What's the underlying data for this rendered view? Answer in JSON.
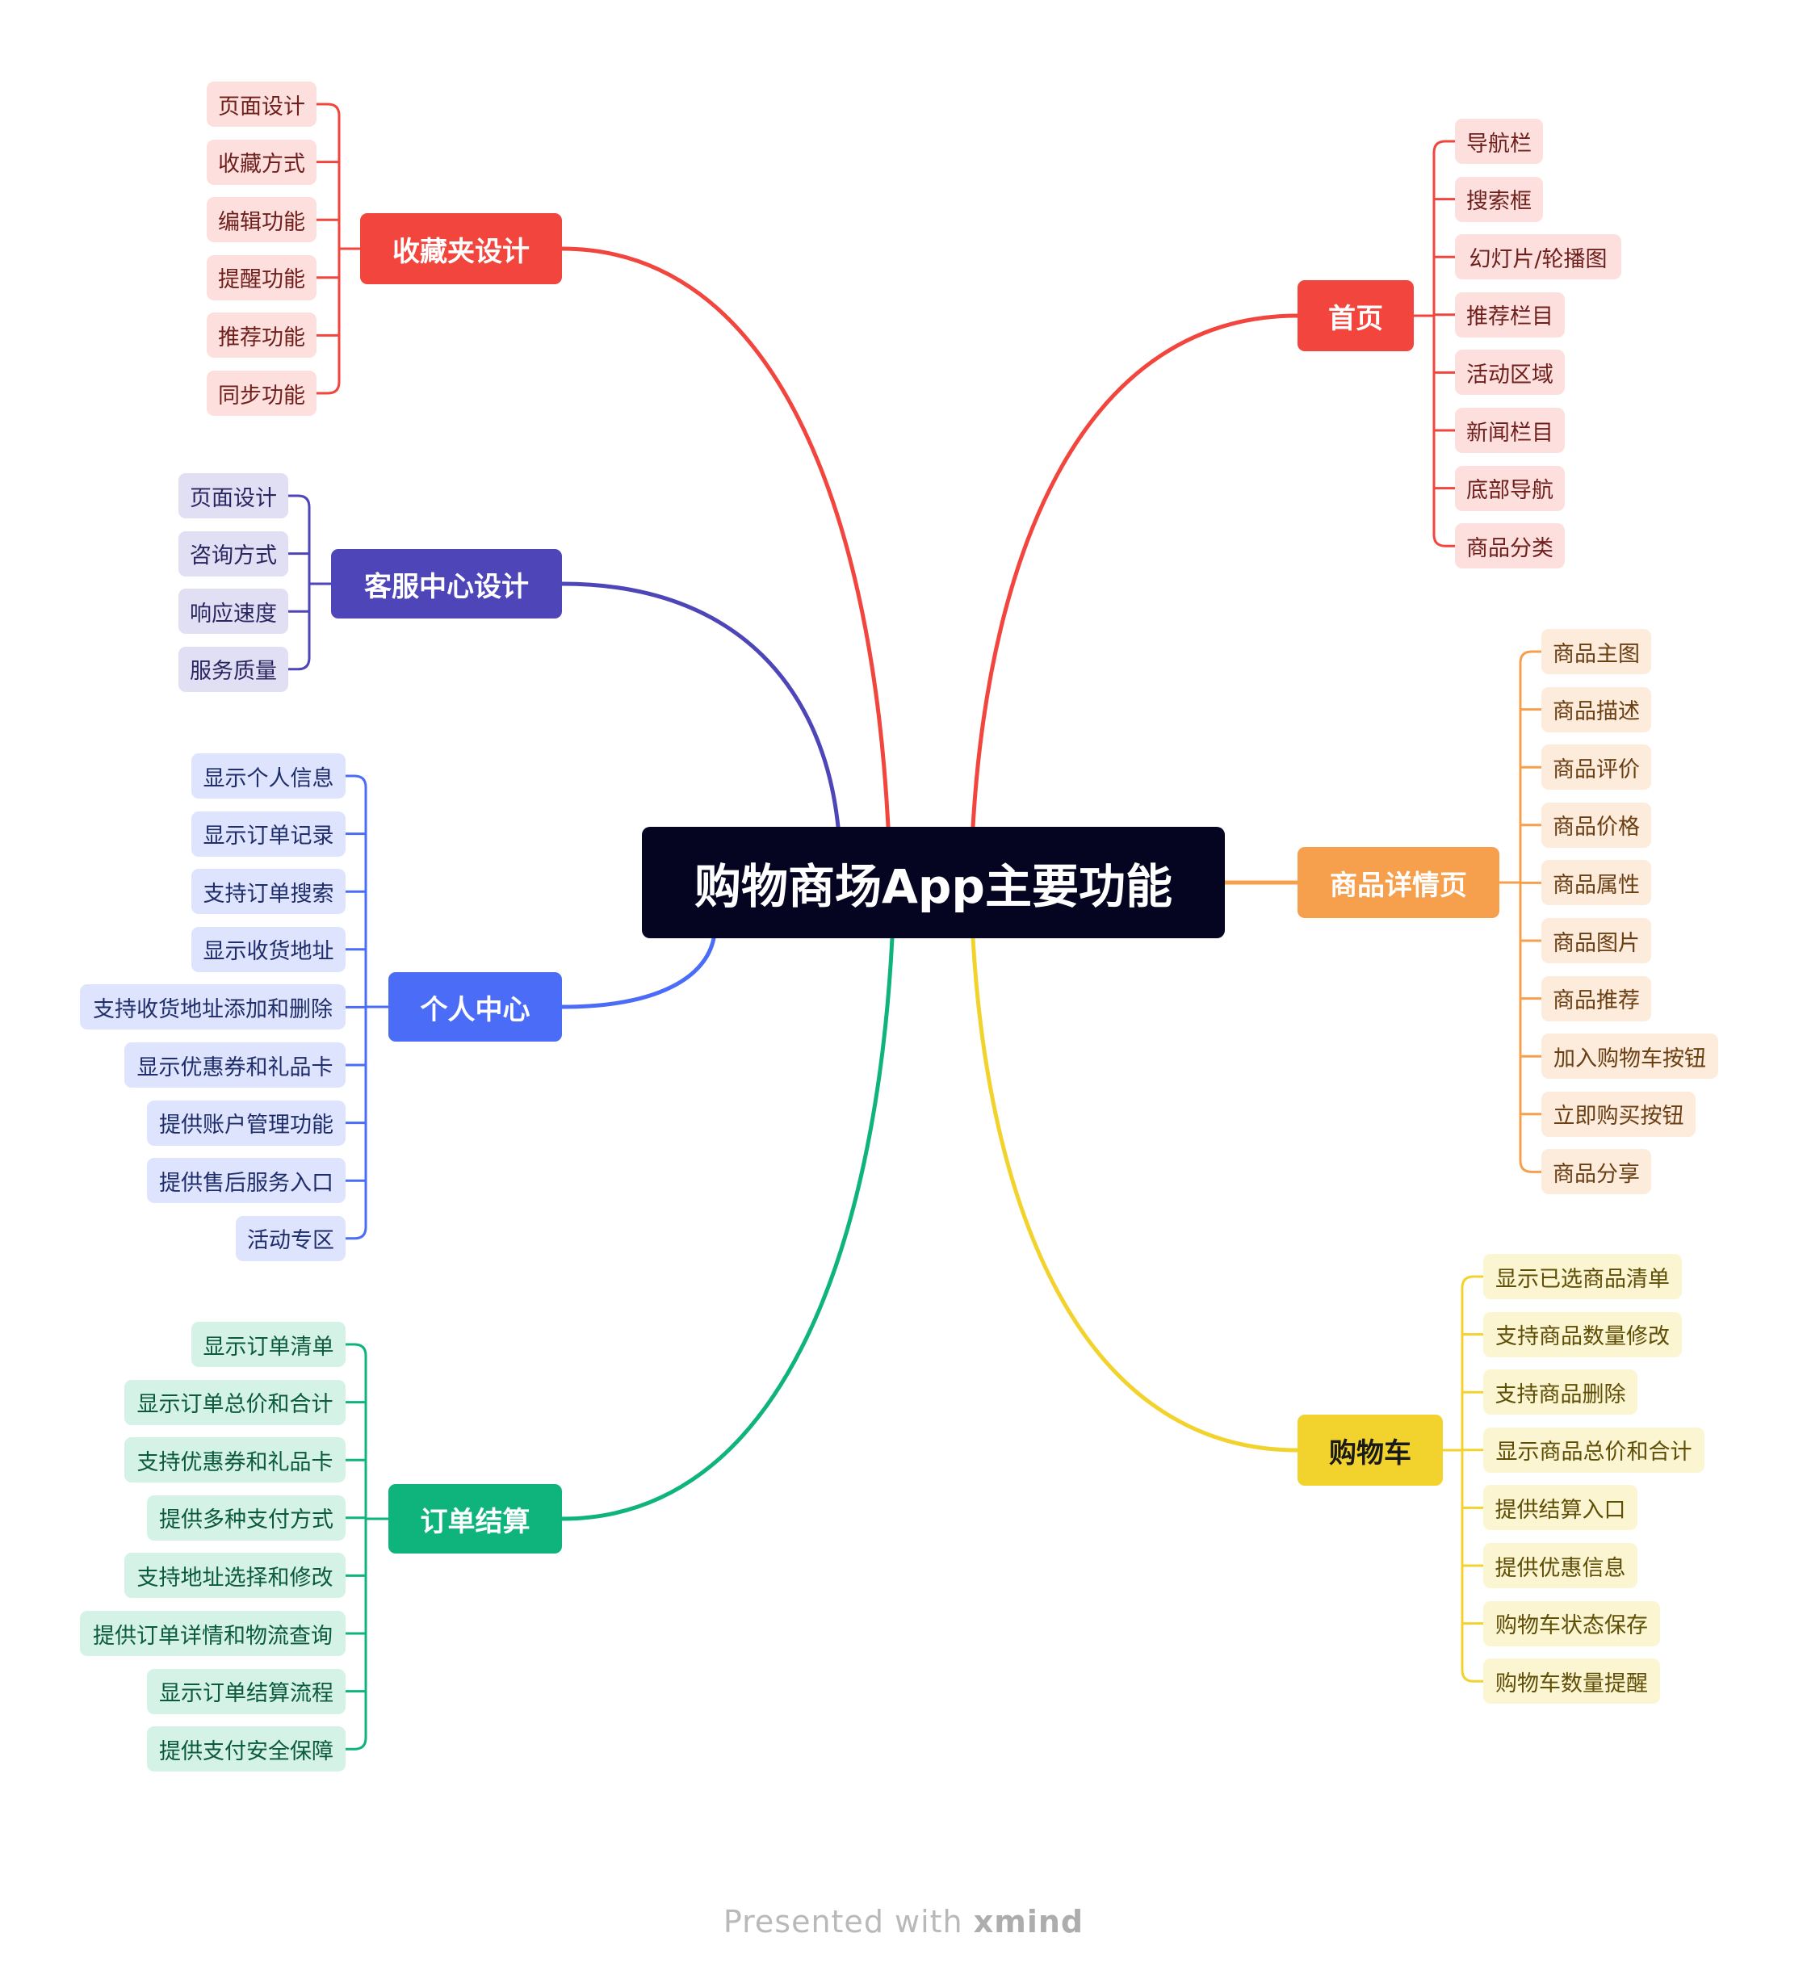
{
  "root": {
    "label": "购物商场App主要功能"
  },
  "branches": [
    {
      "id": "favorites",
      "label": "收藏夹设计",
      "side": "left",
      "colors": {
        "main": "#F2453D",
        "leaf_bg": "#FDE0DE",
        "leaf_text": "#6E1F1B"
      },
      "items": [
        "页面设计",
        "收藏方式",
        "编辑功能",
        "提醒功能",
        "推荐功能",
        "同步功能"
      ]
    },
    {
      "id": "service",
      "label": "客服中心设计",
      "side": "left",
      "colors": {
        "main": "#4E45B8",
        "leaf_bg": "#E1DFF3",
        "leaf_text": "#2A2560"
      },
      "items": [
        "页面设计",
        "咨询方式",
        "响应速度",
        "服务质量"
      ]
    },
    {
      "id": "profile",
      "label": "个人中心",
      "side": "left",
      "colors": {
        "main": "#4A6CF7",
        "leaf_bg": "#DEE4FD",
        "leaf_text": "#1F2E6B"
      },
      "items": [
        "显示个人信息",
        "显示订单记录",
        "支持订单搜索",
        "显示收货地址",
        "支持收货地址添加和删除",
        "显示优惠券和礼品卡",
        "提供账户管理功能",
        "提供售后服务入口",
        "活动专区"
      ]
    },
    {
      "id": "checkout",
      "label": "订单结算",
      "side": "left",
      "colors": {
        "main": "#0FB47D",
        "leaf_bg": "#D4F2E6",
        "leaf_text": "#0B5A3E"
      },
      "items": [
        "显示订单清单",
        "显示订单总价和合计",
        "支持优惠券和礼品卡",
        "提供多种支付方式",
        "支持地址选择和修改",
        "提供订单详情和物流查询",
        "显示订单结算流程",
        "提供支付安全保障"
      ]
    },
    {
      "id": "home",
      "label": "首页",
      "side": "right",
      "colors": {
        "main": "#F2453D",
        "leaf_bg": "#FDE0DE",
        "leaf_text": "#6E1F1B"
      },
      "items": [
        "导航栏",
        "搜索框",
        "幻灯片/轮播图",
        "推荐栏目",
        "活动区域",
        "新闻栏目",
        "底部导航",
        "商品分类"
      ]
    },
    {
      "id": "detail",
      "label": "商品详情页",
      "side": "right",
      "colors": {
        "main": "#F6A04D",
        "leaf_bg": "#FDEBDB",
        "leaf_text": "#6A3F14"
      },
      "items": [
        "商品主图",
        "商品描述",
        "商品评价",
        "商品价格",
        "商品属性",
        "商品图片",
        "商品推荐",
        "加入购物车按钮",
        "立即购买按钮",
        "商品分享"
      ]
    },
    {
      "id": "cart",
      "label": "购物车",
      "side": "right",
      "colors": {
        "main": "#F2D32E",
        "leaf_bg": "#FCF5D2",
        "leaf_text": "#5E4E06"
      },
      "items": [
        "显示已选商品清单",
        "支持商品数量修改",
        "支持商品删除",
        "显示商品总价和合计",
        "提供结算入口",
        "提供优惠信息",
        "购物车状态保存",
        "购物车数量提醒"
      ]
    }
  ],
  "footer": {
    "prefix": "Presented with",
    "brand": "xmind"
  }
}
